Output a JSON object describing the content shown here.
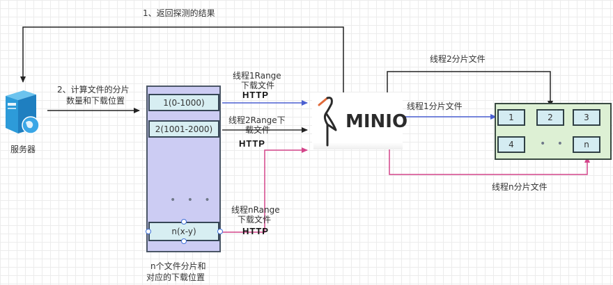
{
  "labels": {
    "return_probe": "1、返回探测的结果",
    "compute_line1": "2、计算文件的分片",
    "compute_line2": "数量和下载位置",
    "server": "服务器",
    "thread1_line1": "线程1Range",
    "thread1_line2": "下载文件",
    "thread2_line1": "线程2Range下",
    "thread2_line2": "载文件",
    "threadn_line1": "线程nRange",
    "threadn_line2": "下载文件",
    "http": "HTTP",
    "column_caption_line1": "n个文件分片和",
    "column_caption_line2": "对应的下载位置",
    "thread2_piece": "线程2分片文件",
    "thread1_piece": "线程1分片文件",
    "threadn_piece": "线程n分片文件"
  },
  "segments": [
    "1(0-1000)",
    "2(1001-2000)",
    "n(x-y)"
  ],
  "ellipsis": "• • •",
  "minio": {
    "name": "MINIO"
  },
  "pieces": [
    "1",
    "2",
    "3",
    "4",
    "n"
  ],
  "colors": {
    "thread1": "#4a5fd1",
    "thread2": "#333333",
    "threadn": "#d4458a",
    "column_fill": "#ccccf3",
    "cell_fill": "#d7eef2",
    "store_fill": "#ddf0d4"
  }
}
